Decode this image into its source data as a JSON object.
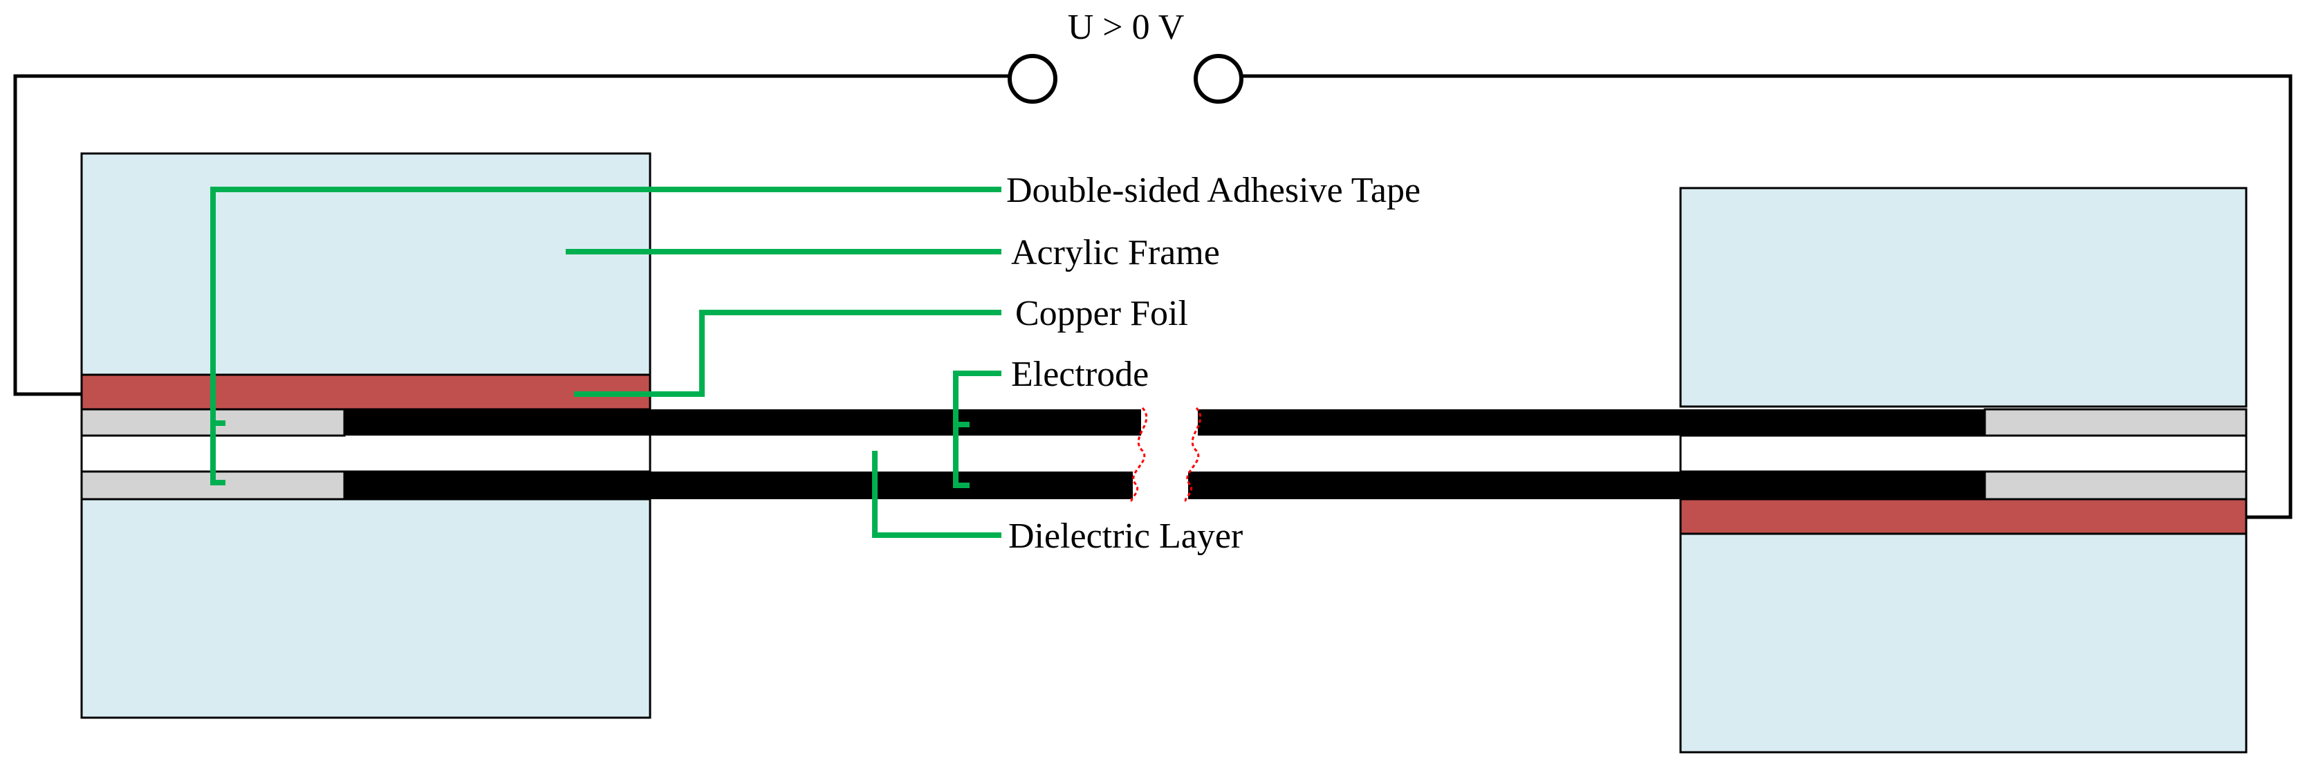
{
  "voltage_label": "U > 0 V",
  "labels": {
    "tape": "Double-sided Adhesive Tape",
    "frame": "Acrylic Frame",
    "copper": "Copper Foil",
    "electrode": "Electrode",
    "dielectric": "Dielectric Layer"
  },
  "colors": {
    "acrylic_frame": "#d9ecf2",
    "copper_foil": "#c0504d",
    "adhesive_tape": "#d3d3d3",
    "electrode": "#000000",
    "leader_lines": "#00b050",
    "break_mark": "#ff0000"
  }
}
